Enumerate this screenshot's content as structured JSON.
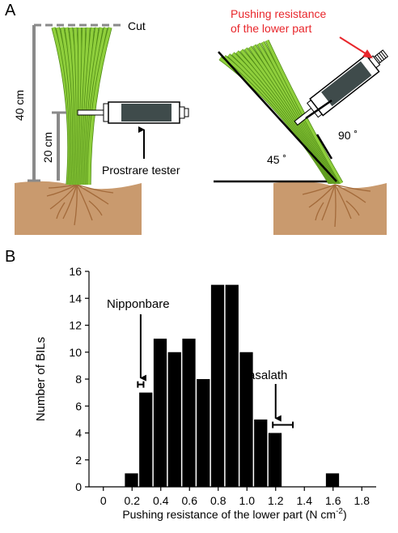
{
  "panel_a": {
    "letter": "A",
    "cut_label": "Cut",
    "height_40": "40 cm",
    "height_20": "20 cm",
    "tester_label": "Prostrare tester",
    "pushing_label_line1": "Pushing resistance",
    "pushing_label_line2": "of the lower part",
    "angle_90": "90 ˚",
    "angle_45": "45 ˚",
    "colors": {
      "stem_green": "#8fcf3c",
      "stem_dark": "#4f8a16",
      "soil": "#c99a6e",
      "root": "#a36a3a",
      "tester_body": "#3f4b4b",
      "red_label": "#e8262b",
      "ruler_gray": "#8a8a8a"
    }
  },
  "panel_b": {
    "letter": "B",
    "annotation_nipponbare": "Nipponbare",
    "annotation_kasalath": "Kasalath",
    "error_bar_nipponbare": {
      "x": 0.26,
      "xerr": 0.02,
      "y": 7.6
    },
    "error_bar_kasalath": {
      "x": 1.25,
      "xerr": 0.07,
      "y": 4.6
    }
  },
  "chart_data": {
    "type": "bar",
    "xlabel": "Pushing resistance of the lower part (N cm",
    "xlabel_sup": "-2",
    "xlabel_end": ")",
    "ylabel": "Number of BILs",
    "bin_width": 0.1,
    "bin_centers": [
      0.2,
      0.3,
      0.4,
      0.5,
      0.6,
      0.7,
      0.8,
      0.9,
      1.0,
      1.1,
      1.2,
      1.6
    ],
    "values": [
      1,
      7,
      11,
      10,
      11,
      8,
      15,
      15,
      10,
      5,
      4,
      1
    ],
    "xlim": [
      -0.1,
      1.9
    ],
    "ylim": [
      0,
      16
    ],
    "xticks": [
      "0",
      "0.2",
      "0.4",
      "0.6",
      "0.8",
      "1.0",
      "1.2",
      "1.4",
      "1.6",
      "1.8"
    ],
    "yticks": [
      "0",
      "2",
      "4",
      "6",
      "8",
      "10",
      "12",
      "14",
      "16"
    ],
    "bar_color": "#000000"
  }
}
